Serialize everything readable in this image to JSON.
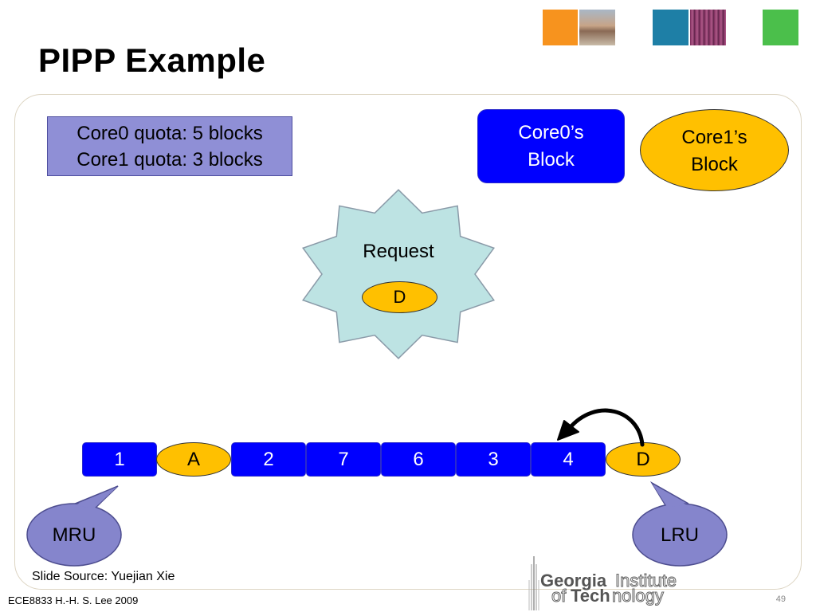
{
  "slide": {
    "title": "PIPP Example",
    "source": "Slide Source: Yuejian Xie",
    "footer": "ECE8833  H.-H. S. Lee  2009",
    "page_number": "49"
  },
  "quota": {
    "line1": "Core0 quota: 5 blocks",
    "line2": "Core1 quota: 3 blocks"
  },
  "legend": {
    "core0_line1": "Core0’s",
    "core0_line2": "Block",
    "core1_line1": "Core1’s",
    "core1_line2": "Block"
  },
  "request": {
    "label": "Request",
    "block": "D"
  },
  "stack": [
    {
      "label": "1",
      "owner": "core0"
    },
    {
      "label": "A",
      "owner": "core1"
    },
    {
      "label": "2",
      "owner": "core0"
    },
    {
      "label": "7",
      "owner": "core0"
    },
    {
      "label": "6",
      "owner": "core0"
    },
    {
      "label": "3",
      "owner": "core0"
    },
    {
      "label": "4",
      "owner": "core0"
    },
    {
      "label": "D",
      "owner": "core1"
    }
  ],
  "positions": {
    "mru": "MRU",
    "lru": "LRU"
  },
  "logo": {
    "part1": "Georgia",
    "part2": "Institute",
    "part3": "of",
    "part4": "Tech",
    "part5": "nology"
  },
  "colors": {
    "core0": "#0000ff",
    "core1": "#ffc000",
    "request_burst": "#bde3e3",
    "quota_box": "#8f8fd6",
    "callout": "#8585cc"
  }
}
